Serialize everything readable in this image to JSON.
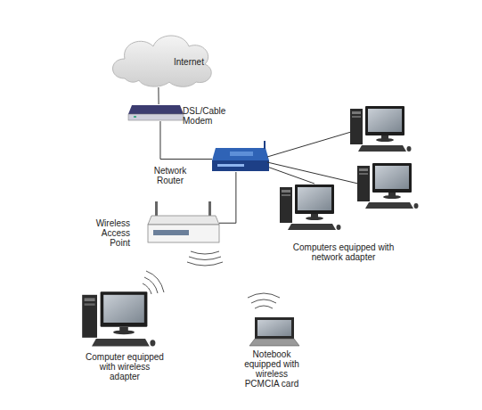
{
  "diagram": {
    "nodes": [
      {
        "text": [
          "Internet"
        ]
      },
      {
        "text": [
          "DSL/Cable Modem"
        ]
      },
      {
        "text": [
          "Network Router"
        ]
      },
      {
        "text": [
          "Wireless Access Point"
        ]
      },
      {
        "text": [
          "Computers equipped with network adapter"
        ]
      },
      {
        "text": [
          "Computer equipped with wireless adapter"
        ]
      },
      {
        "text": [
          "Notebook equipped with wireless PCMCIA card"
        ]
      }
    ],
    "edges": [
      {
        "from": 0,
        "to": 1,
        "arrow": "none"
      },
      {
        "from": 1,
        "to": 2,
        "arrow": "none"
      },
      {
        "from": 2,
        "to": 3,
        "arrow": "none"
      },
      {
        "from": 2,
        "to": 4,
        "arrow": "none"
      }
    ]
  }
}
